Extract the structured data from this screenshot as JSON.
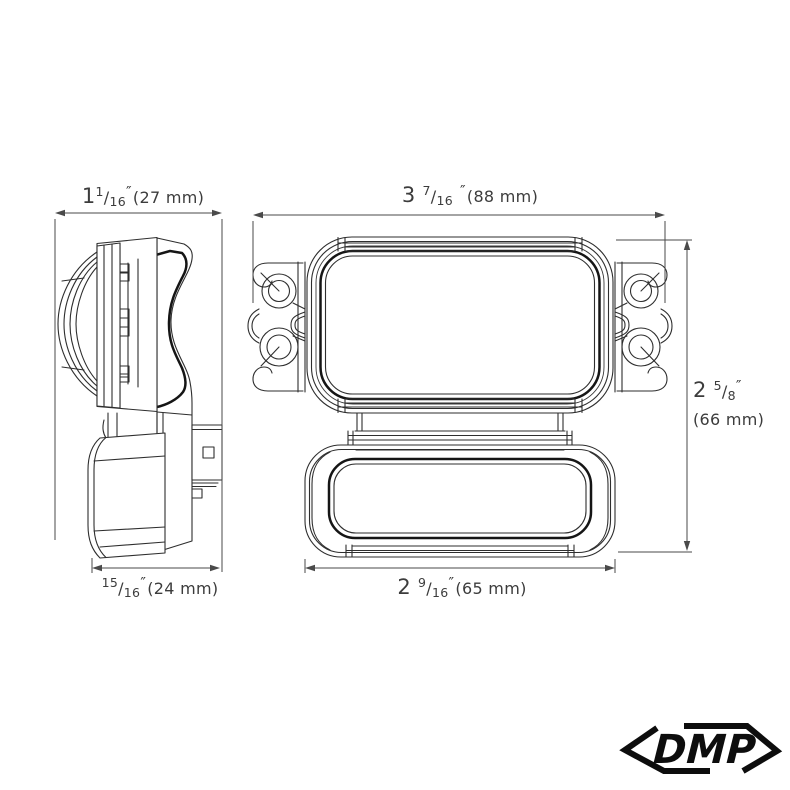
{
  "symbols": {
    "slash": "/",
    "prime": "″"
  },
  "dimensions": {
    "side_width": {
      "whole": "1",
      "num": "1",
      "den": "16",
      "metric": "(27 mm)"
    },
    "front_width": {
      "whole": "3",
      "num": "7",
      "den": "16",
      "metric": "(88 mm)"
    },
    "front_height": {
      "whole": "2",
      "num": "5",
      "den": "8",
      "metric": "(66 mm)"
    },
    "side_depth": {
      "whole": "",
      "num": "15",
      "den": "16",
      "metric": "(24 mm)"
    },
    "lower_width": {
      "whole": "2",
      "num": "9",
      "den": "16",
      "metric": "(65 mm)"
    }
  },
  "logo": {
    "text": "DMP"
  }
}
